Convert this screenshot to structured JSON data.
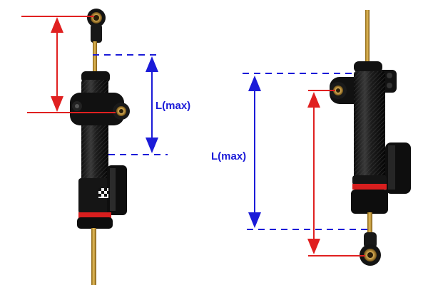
{
  "labels": {
    "left_dimension": "L(max)",
    "right_dimension": "L(max)"
  },
  "colors": {
    "dimension_blue": "#1b1bd8",
    "travel_red": "#e02020",
    "carbon_black": "#1a1a1a",
    "gold_rod": "#c99a2e",
    "red_ring": "#d81e1e"
  },
  "icons": {
    "left_damper": "steering-damper-photo",
    "right_damper": "steering-damper-photo"
  }
}
